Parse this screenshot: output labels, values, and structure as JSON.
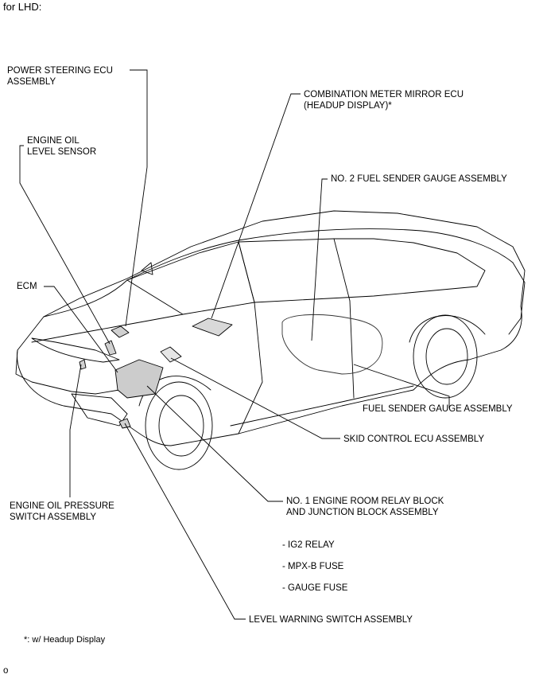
{
  "header": "for LHD:",
  "labels": {
    "power_steering_ecu": [
      "POWER STEERING ECU",
      "ASSEMBLY"
    ],
    "combination_meter": [
      "COMBINATION METER MIRROR ECU",
      "(HEADUP DISPLAY)*"
    ],
    "engine_oil_level": [
      "ENGINE OIL",
      "LEVEL SENSOR"
    ],
    "no2_fuel_sender": [
      "NO. 2 FUEL SENDER GAUGE ASSEMBLY"
    ],
    "ecm": [
      "ECM"
    ],
    "fuel_sender": [
      "FUEL SENDER GAUGE ASSEMBLY"
    ],
    "skid_control": [
      "SKID CONTROL ECU ASSEMBLY"
    ],
    "engine_oil_pressure": [
      "ENGINE OIL PRESSURE",
      "SWITCH ASSEMBLY"
    ],
    "no1_relay_block": [
      "NO. 1 ENGINE ROOM RELAY BLOCK",
      "AND JUNCTION BLOCK ASSEMBLY"
    ],
    "level_warning": [
      "LEVEL WARNING SWITCH ASSEMBLY"
    ]
  },
  "relay_items": [
    "- IG2 RELAY",
    "- MPX-B FUSE",
    "- GAUGE FUSE"
  ],
  "footnote": "*: w/ Headup Display",
  "page_mark": "o"
}
